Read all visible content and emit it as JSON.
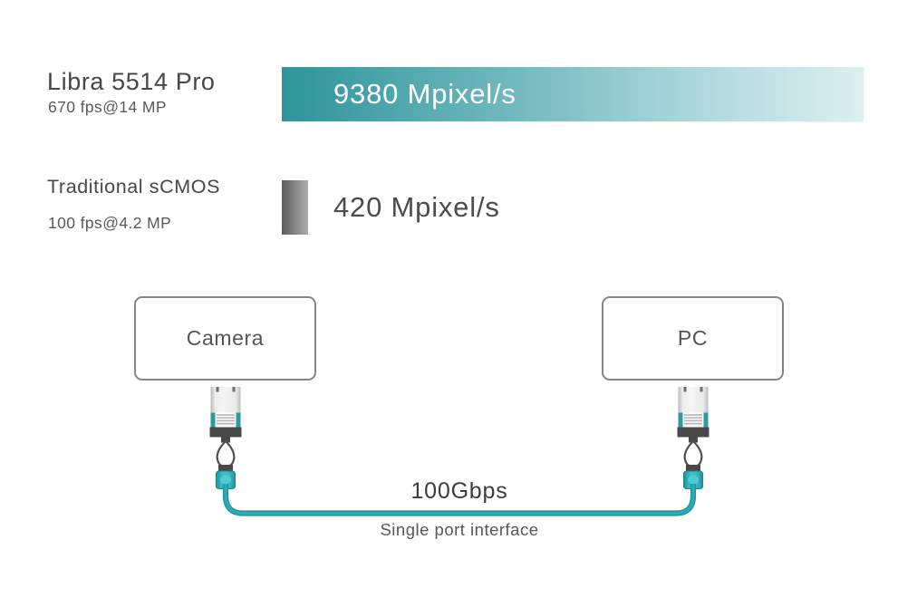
{
  "comparison": {
    "rows": [
      {
        "title": "Libra 5514 Pro",
        "subtitle": "670 fps@14 MP",
        "value_label": "9380 Mpixel/s",
        "value": 9380
      },
      {
        "title": "Traditional sCMOS",
        "subtitle": "100 fps@4.2 MP",
        "value_label": "420 Mpixel/s",
        "value": 420
      }
    ]
  },
  "diagram": {
    "camera_box_label": "Camera",
    "pc_box_label": "PC",
    "bandwidth_label": "100Gbps",
    "interface_label": "Single port interface"
  },
  "colors": {
    "teal": "#2e949b",
    "teal_bar_end": "#ddeff1",
    "gray_bar_start": "#5c5c5c",
    "gray_bar_end": "#aeaeae",
    "cable_outer": "#1e929c",
    "cable_inner": "#2fa9b3",
    "plug_teal": "#3fbdc7",
    "connector_dark": "#484848",
    "box_border": "#868686",
    "text_dark": "#474747"
  },
  "chart_data": {
    "type": "bar",
    "orientation": "horizontal",
    "title": "",
    "categories": [
      "Libra 5514 Pro",
      "Traditional sCMOS"
    ],
    "values": [
      9380,
      420
    ],
    "unit": "Mpixel/s",
    "value_labels": [
      "9380 Mpixel/s",
      "420 Mpixel/s"
    ],
    "category_annotations": [
      "670 fps@14 MP",
      "100 fps@4.2 MP"
    ],
    "xlim": [
      0,
      9380
    ],
    "grid": false,
    "legend": false
  }
}
